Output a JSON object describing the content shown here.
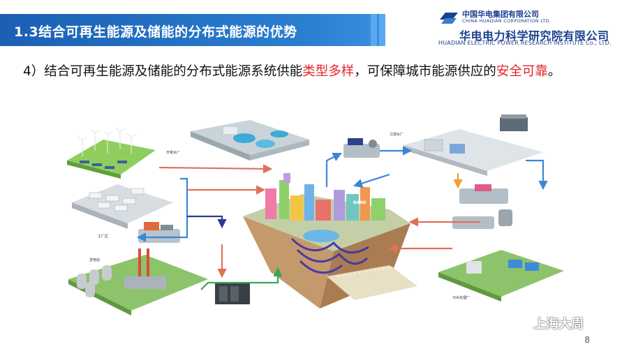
{
  "slide": {
    "title": "1.3结合可再生能源及储能的分布式能源的优势",
    "page_number": "8",
    "accent_color": "#1a5fb4",
    "highlight_color": "#e5242a"
  },
  "logo": {
    "group_cn": "中国华电集团有限公司",
    "group_en": "CHINA HUADIAN CORPORATION LTD.",
    "institute_cn": "华电电力科学研究院有限公司",
    "institute_en": "HUADIAN ELECTRIC POWER RESEARCH INSTITUTE Co., LTD."
  },
  "bullet": {
    "prefix": "4）结合可再生能源及储能的分布式能源系统供能",
    "hl1": "类型多样",
    "mid": "，可保障城市能源供应的",
    "hl2": "安全可靠",
    "suffix": "。"
  },
  "diagram": {
    "labels": {
      "sewage_plant": "日常水厂",
      "factory": "工厂区",
      "power_plant": "发电站",
      "refinery": "江源水厂",
      "wastewater": "污水处理厂",
      "bank": "BANK"
    }
  },
  "watermark": {
    "text": "上海大周"
  }
}
